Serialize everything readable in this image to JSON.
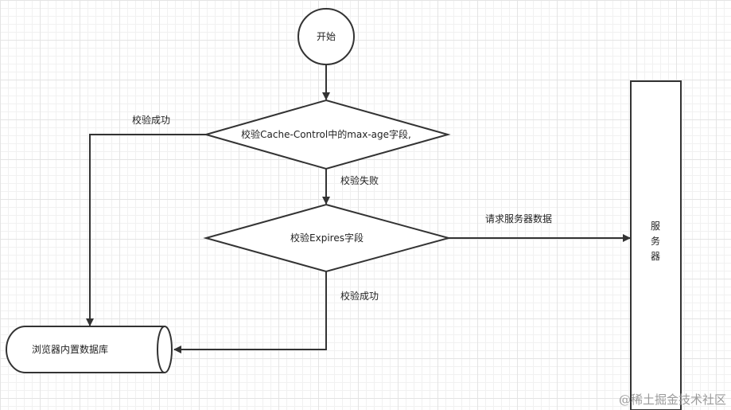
{
  "nodes": {
    "start": "开始",
    "check_cache_control": "校验Cache-Control中的max-age字段,",
    "check_expires": "校验Expires字段",
    "browser_db": "浏览器内置数据库",
    "server": "服务器"
  },
  "edges": {
    "cache_control_success": "校验成功",
    "cache_control_fail": "校验失败",
    "expires_success": "校验成功",
    "request_server": "请求服务器数据"
  },
  "watermark": "@稀土掘金技术社区"
}
